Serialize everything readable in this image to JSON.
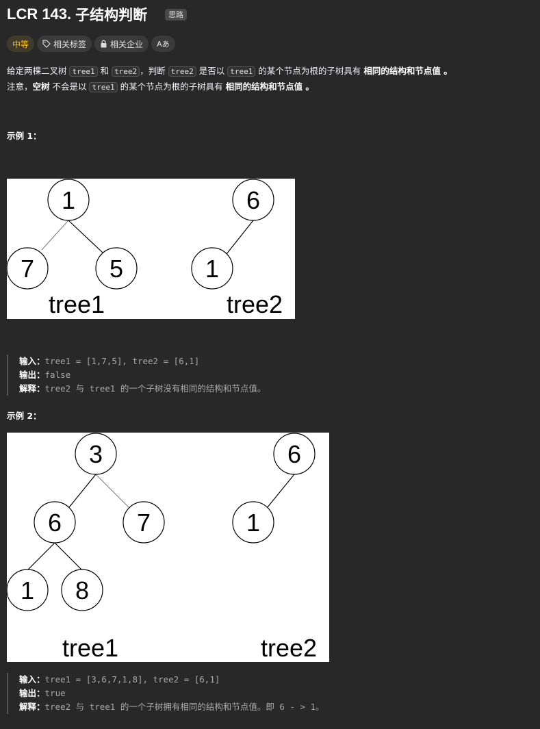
{
  "header": {
    "number": "LCR 143.",
    "title": "子结构判断",
    "hint_badge": "思路"
  },
  "tags": {
    "difficulty": "中等",
    "related_tags": "相关标签",
    "related_companies": "相关企业",
    "font_toggle": "Aあ"
  },
  "description": {
    "line1": {
      "p1": "给定两棵二叉树 ",
      "code1": "tree1",
      "p2": " 和 ",
      "code2": "tree2",
      "p3": "，判断 ",
      "code3": "tree2",
      "p4": " 是否以 ",
      "code4": "tree1",
      "p5": " 的某个节点为根的子树具有 ",
      "bold": "相同的结构和节点值",
      "end": " 。"
    },
    "line2": {
      "p1": "注意，",
      "bold1": "空树",
      "p2": " 不会是以 ",
      "code1": "tree1",
      "p3": " 的某个节点为根的子树具有 ",
      "bold2": "相同的结构和节点值",
      "end": " 。"
    }
  },
  "example1": {
    "title": "示例 1：",
    "tree1": {
      "label": "tree1",
      "nodes": [
        "1",
        "7",
        "5"
      ]
    },
    "tree2": {
      "label": "tree2",
      "nodes": [
        "6",
        "1"
      ]
    },
    "input_label": "输入：",
    "input_value": "tree1 = [1,7,5], tree2 = [6,1]",
    "output_label": "输出：",
    "output_value": "false",
    "explain_label": "解释：",
    "explain_value": "tree2 与 tree1 的一个子树没有相同的结构和节点值。"
  },
  "example2": {
    "title": "示例 2：",
    "tree1": {
      "label": "tree1",
      "nodes": [
        "3",
        "6",
        "7",
        "1",
        "8"
      ]
    },
    "tree2": {
      "label": "tree2",
      "nodes": [
        "6",
        "1"
      ]
    },
    "input_label": "输入：",
    "input_value": "tree1 = [3,6,7,1,8], tree2 = [6,1]",
    "output_label": "输出：",
    "output_value": "true",
    "explain_label": "解释：",
    "explain_value": "tree2 与 tree1 的一个子树拥有相同的结构和节点值。即 6 - > 1。"
  },
  "colors": {
    "background": "#282828",
    "difficulty_medium": "#ffc01e",
    "text": "#eff1f6"
  }
}
